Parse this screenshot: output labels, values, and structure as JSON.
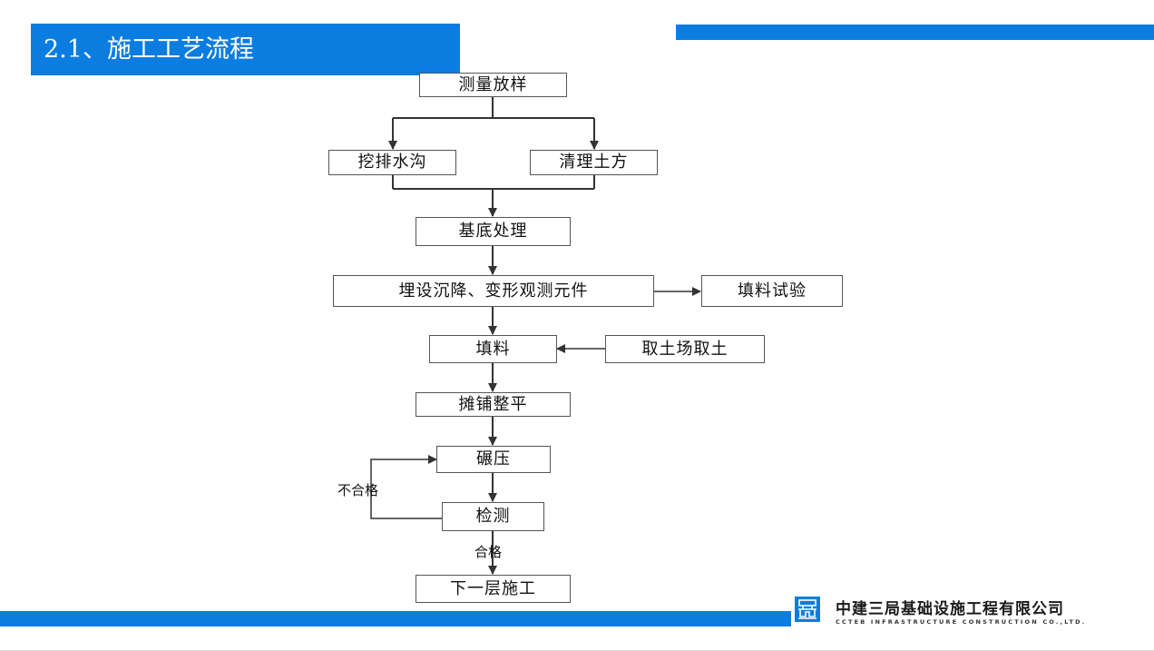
{
  "header": {
    "title": "2.1、施工工艺流程"
  },
  "flow": {
    "survey": "测量放样",
    "ditch": "挖排水沟",
    "earthwork": "清理土方",
    "base": "基底处理",
    "monitor": "埋设沉降、变形观测元件",
    "fill_test": "填料试验",
    "fill": "填料",
    "borrow": "取土场取土",
    "spread": "摊铺整平",
    "compact": "碾压",
    "inspect": "检测",
    "next_layer": "下一层施工",
    "fail_label": "不合格",
    "pass_label": "合格"
  },
  "footer": {
    "company_cn": "中建三局基础设施工程有限公司",
    "company_en": "CCTEB INFRASTRUCTURE CONSTRUCTION CO.,LTD."
  },
  "colors": {
    "accent": "#0b7de0",
    "line": "#333333"
  }
}
